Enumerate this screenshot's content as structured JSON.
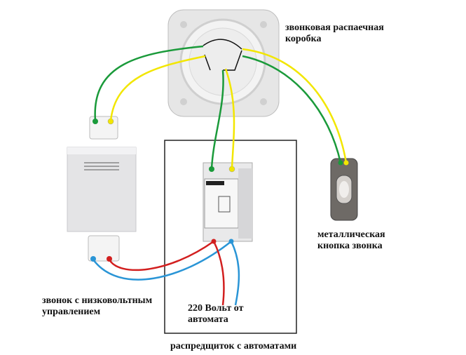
{
  "labels": {
    "junction_box_line1": "звонковая распаечная",
    "junction_box_line2": "коробка",
    "button_line1": "металлическая",
    "button_line2": "кнопка звонка",
    "bell_line1": "звонок с низковольтным",
    "bell_line2": "управлением",
    "voltage_line1": "220 Вольт от",
    "voltage_line2": "автомата",
    "panel": "распредщиток с автоматами"
  },
  "colors": {
    "green_wire": "#1a9a3a",
    "yellow_wire": "#f2e600",
    "red_wire": "#d21f1f",
    "blue_wire": "#2a95d6",
    "panel_border": "#222222"
  }
}
